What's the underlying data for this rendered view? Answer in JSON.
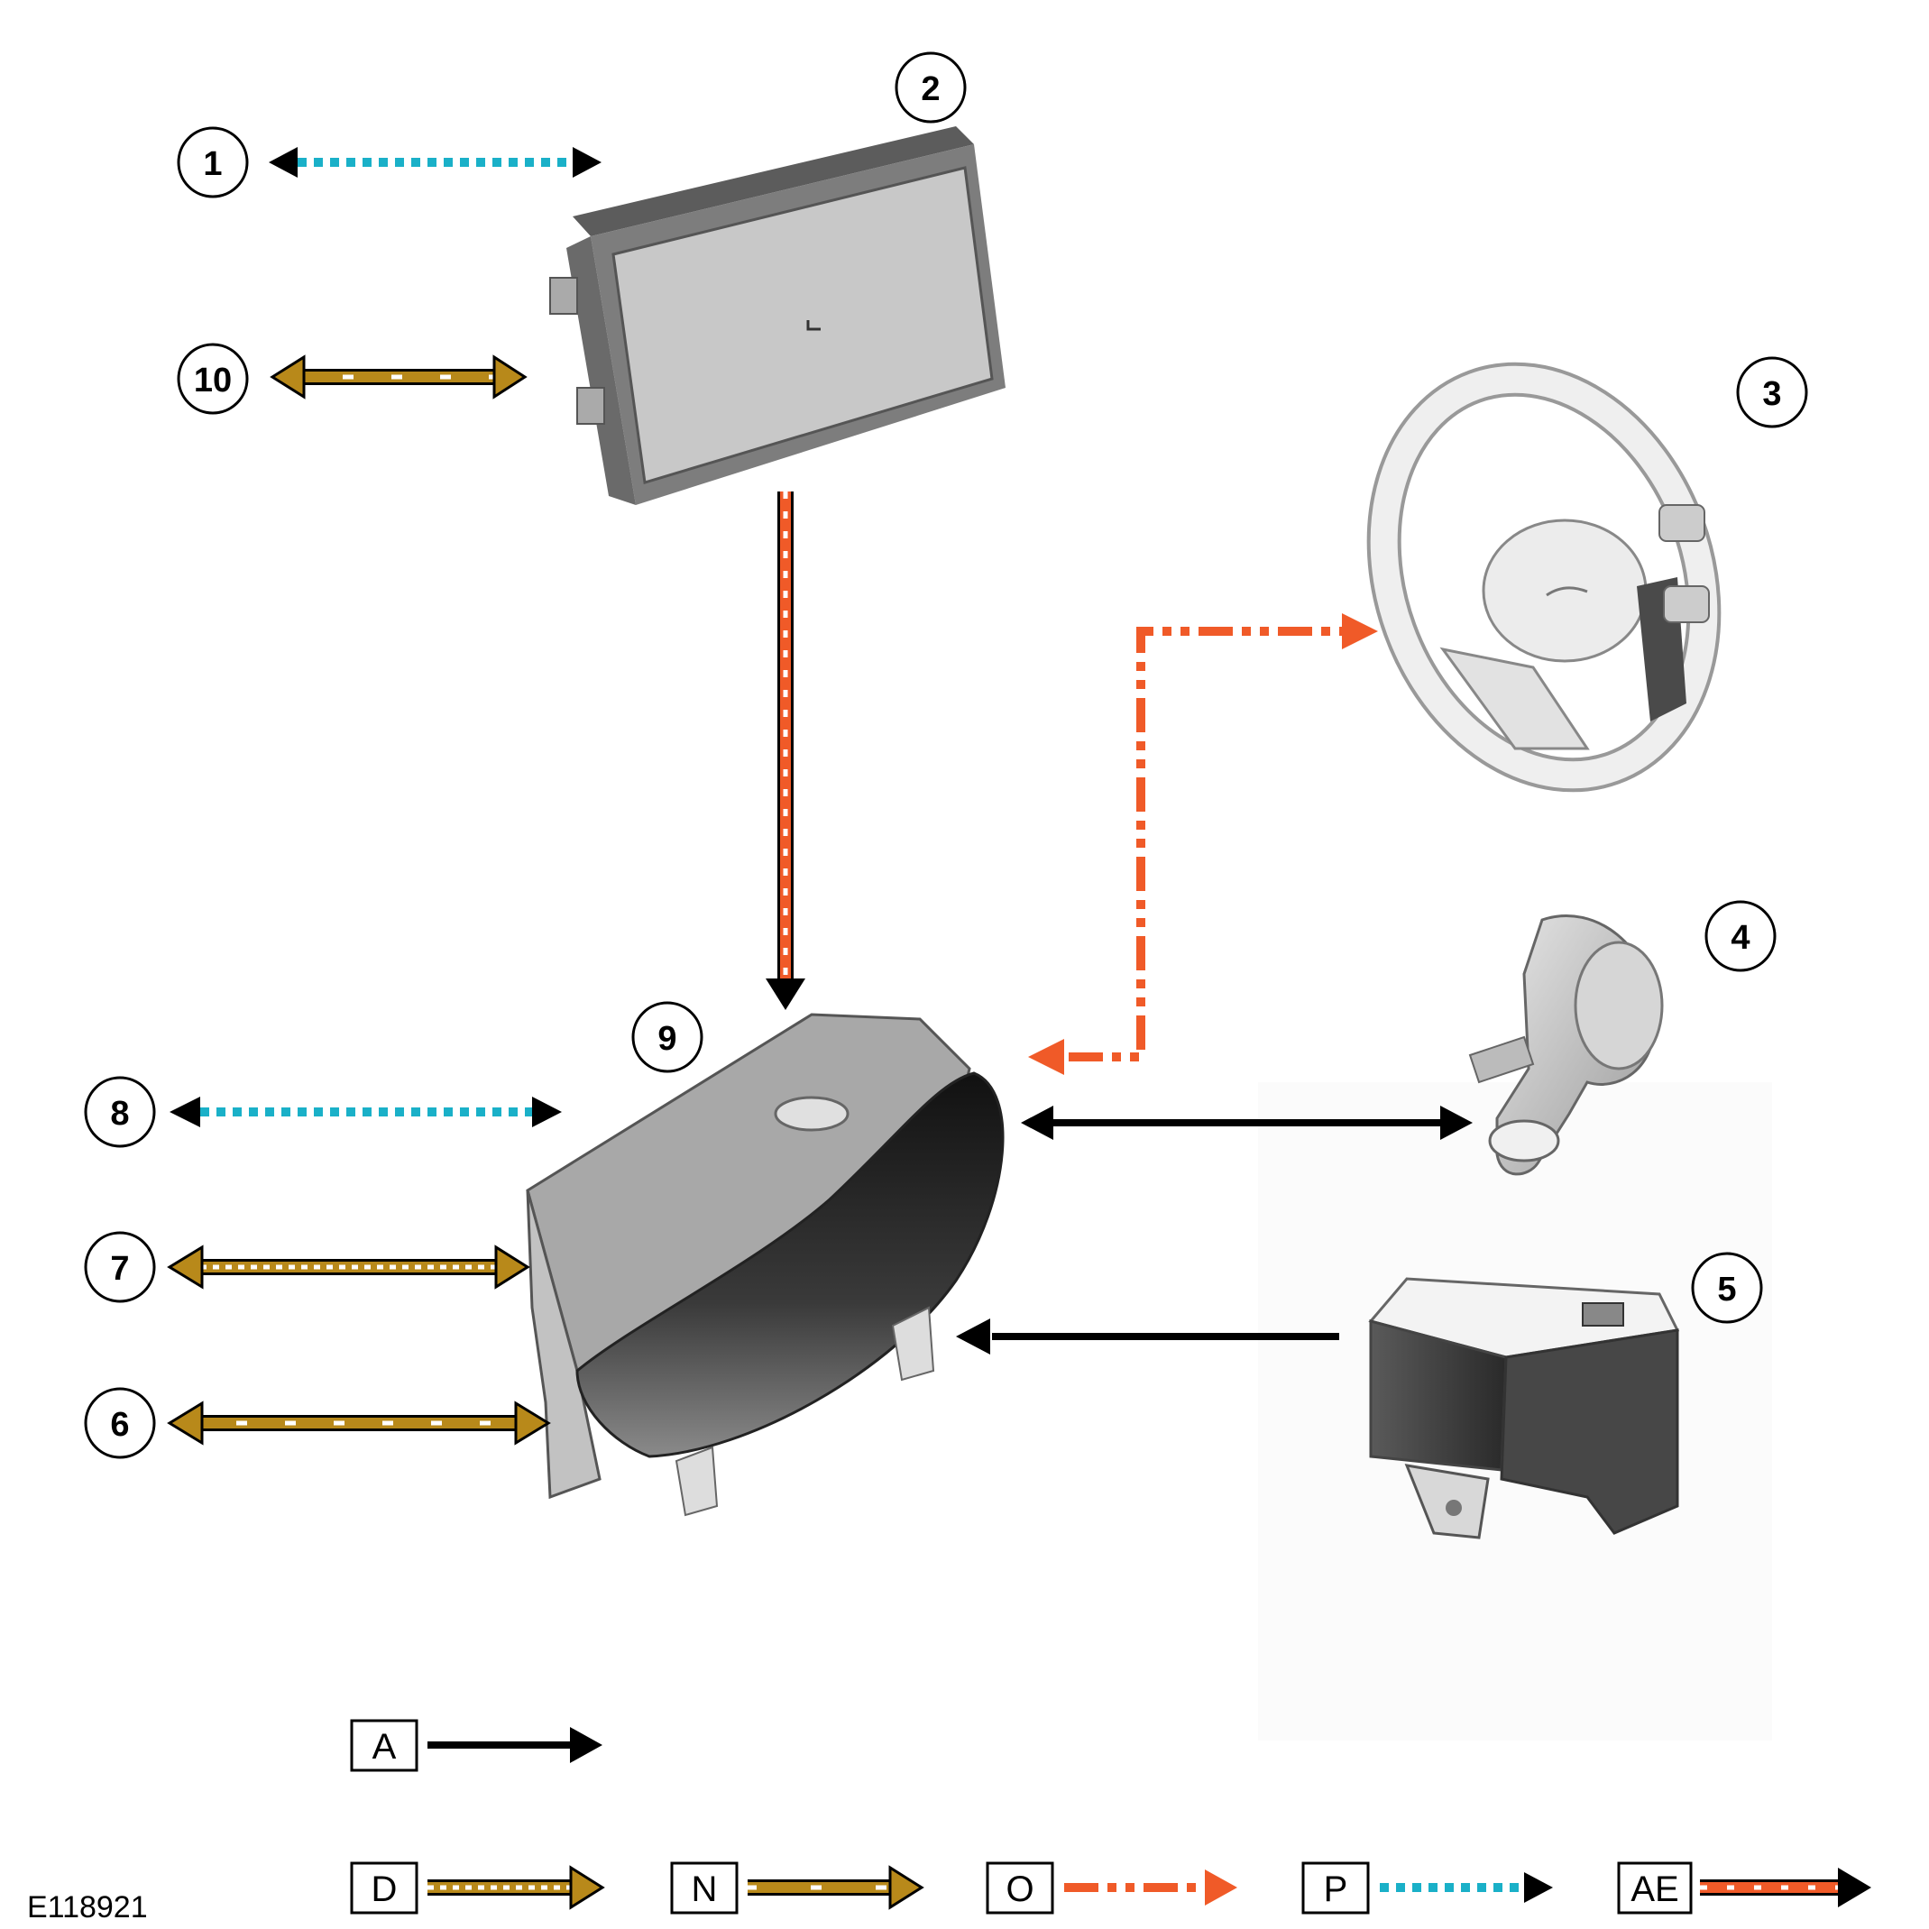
{
  "figure_id": "E118921",
  "colors": {
    "black": "#000000",
    "cyan": "#1ab0c8",
    "gold": "#b8891a",
    "orange": "#f05a28",
    "component_gray": "#bdbdbd",
    "screen_dark": "#2b2b2b"
  },
  "callouts": [
    "1",
    "2",
    "3",
    "4",
    "5",
    "6",
    "7",
    "8",
    "9",
    "10"
  ],
  "components": [
    {
      "id": "2",
      "icon": "display-unit-icon"
    },
    {
      "id": "3",
      "icon": "steering-wheel-icon"
    },
    {
      "id": "4",
      "icon": "blower-motor-icon"
    },
    {
      "id": "5",
      "icon": "control-module-icon"
    },
    {
      "id": "9",
      "icon": "instrument-cluster-icon"
    }
  ],
  "legend": [
    {
      "code": "A",
      "line_style": "solid-black"
    },
    {
      "code": "D",
      "line_style": "gold-dashed-white"
    },
    {
      "code": "N",
      "line_style": "gold-sparse-white"
    },
    {
      "code": "O",
      "line_style": "orange-dash-dot"
    },
    {
      "code": "P",
      "line_style": "cyan-dotted"
    },
    {
      "code": "AE",
      "line_style": "orange-white-black"
    }
  ]
}
